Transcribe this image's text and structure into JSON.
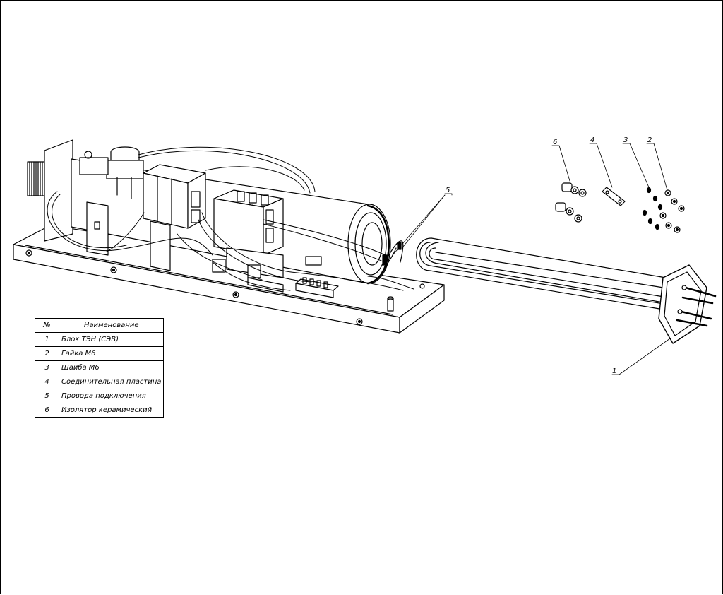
{
  "callouts": {
    "c1": "1",
    "c2": "2",
    "c3": "3",
    "c4": "4",
    "c5": "5",
    "c6": "6"
  },
  "parts_table": {
    "header_no": "№",
    "header_name": "Наименование",
    "rows": [
      {
        "no": "1",
        "name": "Блок ТЭН (СЭВ)"
      },
      {
        "no": "2",
        "name": "Гайка М6"
      },
      {
        "no": "3",
        "name": "Шайба М6"
      },
      {
        "no": "4",
        "name": "Соединительная пластина"
      },
      {
        "no": "5",
        "name": "Провода подключения"
      },
      {
        "no": "6",
        "name": "Изолятор керамический"
      }
    ]
  }
}
